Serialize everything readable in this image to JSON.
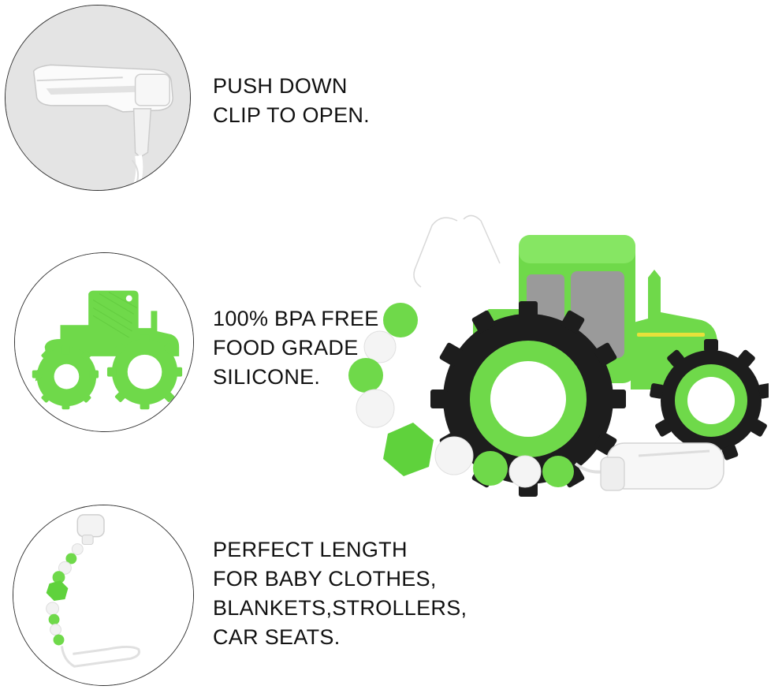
{
  "features": [
    {
      "icon": "clip-closeup-icon",
      "lines": [
        "PUSH DOWN",
        "CLIP TO OPEN."
      ]
    },
    {
      "icon": "tractor-teether-icon",
      "lines": [
        "100% BPA FREE",
        "FOOD GRADE",
        "SILICONE."
      ]
    },
    {
      "icon": "bead-chain-icon",
      "lines": [
        "PERFECT LENGTH",
        "FOR BABY CLOTHES,",
        "BLANKETS,STROLLERS,",
        "CAR SEATS."
      ]
    }
  ],
  "colors": {
    "silicone_green": "#6fd94a",
    "dark_green": "#4bbf2b",
    "bead_white": "#f4f4f4",
    "tire_black": "#1d1d1d",
    "window_gray": "#9a9a9a",
    "accent_yellow": "#e7e13a",
    "text": "#111111"
  },
  "product": {
    "icon": "tractor-teether-with-pacifier-clip-icon"
  }
}
